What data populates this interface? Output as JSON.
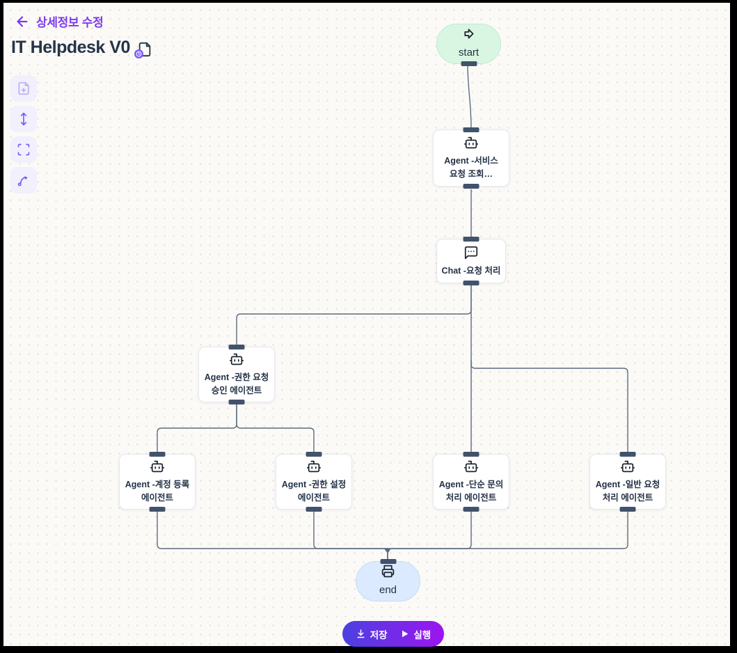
{
  "header": {
    "back_label": "상세정보 수정",
    "title": "IT Helpdesk V0",
    "title_icon": "file-with-version-badge-icon"
  },
  "toolbar": {
    "buttons": [
      {
        "icon": "file-plus-icon",
        "state": "disabled"
      },
      {
        "icon": "move-vertical-icon",
        "state": "enabled"
      },
      {
        "icon": "fit-view-icon",
        "state": "enabled"
      },
      {
        "icon": "spline-edge-icon",
        "state": "enabled"
      }
    ]
  },
  "flow": {
    "nodes": {
      "start": {
        "type": "start",
        "icon": "arrow-big-right-icon",
        "label": "start"
      },
      "agent_service": {
        "type": "agent",
        "icon": "bot-icon",
        "line1": "Agent -서비스",
        "line2": "요청 조회…"
      },
      "chat": {
        "type": "chat",
        "icon": "message-dots-icon",
        "line1": "Chat -요청 처리"
      },
      "agent_approve": {
        "type": "agent",
        "icon": "bot-icon",
        "line1": "Agent -권한 요청",
        "line2": "승인 에이전트"
      },
      "agent_account": {
        "type": "agent",
        "icon": "bot-icon",
        "line1": "Agent -계정 등록",
        "line2": "에이전트"
      },
      "agent_permission": {
        "type": "agent",
        "icon": "bot-icon",
        "line1": "Agent -권한 설정",
        "line2": "에이전트"
      },
      "agent_simple": {
        "type": "agent",
        "icon": "bot-icon",
        "line1": "Agent -단순 문의",
        "line2": "처리 에이전트"
      },
      "agent_general": {
        "type": "agent",
        "icon": "bot-icon",
        "line1": "Agent -일반 요청",
        "line2": "처리 에이전트"
      },
      "end": {
        "type": "end",
        "icon": "printer-icon",
        "label": "end"
      }
    }
  },
  "actions": {
    "save_label": "저장",
    "run_label": "실행"
  },
  "colors": {
    "accent_purple": "#7c3aed",
    "toolbar_bg": "#f2f0fc",
    "start_node_bg": "#d9f6e2",
    "end_node_bg": "#dbeafe",
    "handle": "#42526b",
    "edge": "#5d6b7e",
    "action_gradient_left": "#4b41e0",
    "action_gradient_right": "#9c15f0",
    "canvas_bg": "#fbfaf7"
  }
}
